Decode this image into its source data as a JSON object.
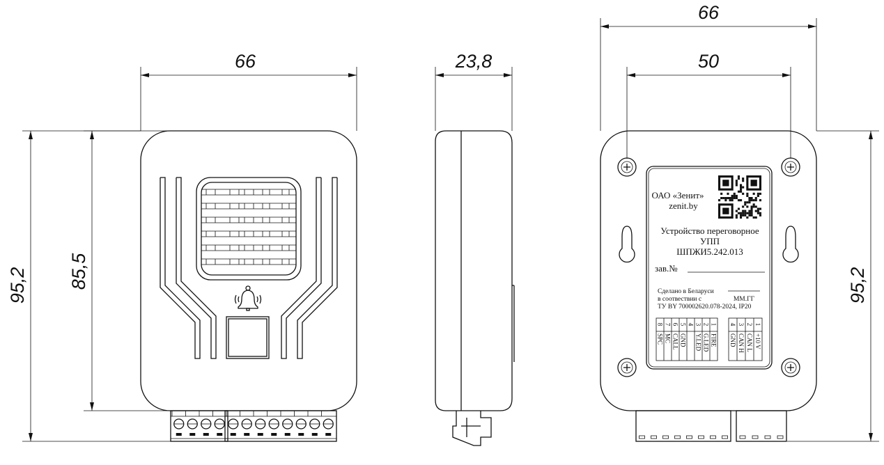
{
  "dimensions": {
    "front_width": "66",
    "front_height_body": "85,5",
    "front_height_total": "95,2",
    "side_depth": "23,8",
    "rear_width": "66",
    "rear_hole_spacing": "50",
    "rear_height_total": "95,2"
  },
  "label": {
    "company": "ОАО «Зенит»",
    "website": "zenit.by",
    "device_name": "Устройство переговорное",
    "model": "УПП",
    "part_number": "ШПЖИ5.242.013",
    "serial_label": "зав.№",
    "made_in": "Сделано в Беларуси",
    "conformity": "в соотвествии с",
    "date_format": "ММ.ГГ",
    "standard": "ТУ BY 700002620.078-2024, IP20",
    "connector_left": [
      {
        "pin": "8",
        "signal": "SPC"
      },
      {
        "pin": "7",
        "signal": "MC"
      },
      {
        "pin": "6",
        "signal": "CALL"
      },
      {
        "pin": "5",
        "signal": "GND"
      },
      {
        "pin": "4",
        "signal": ""
      },
      {
        "pin": "3",
        "signal": "Y.LED"
      },
      {
        "pin": "2",
        "signal": "G.LED"
      },
      {
        "pin": "1",
        "signal": "FIRE"
      }
    ],
    "connector_right": [
      {
        "pin": "4",
        "signal": "GND"
      },
      {
        "pin": "3",
        "signal": "CAN H"
      },
      {
        "pin": "2",
        "signal": "CAN L"
      },
      {
        "pin": "1",
        "signal": "+10 V"
      }
    ]
  }
}
